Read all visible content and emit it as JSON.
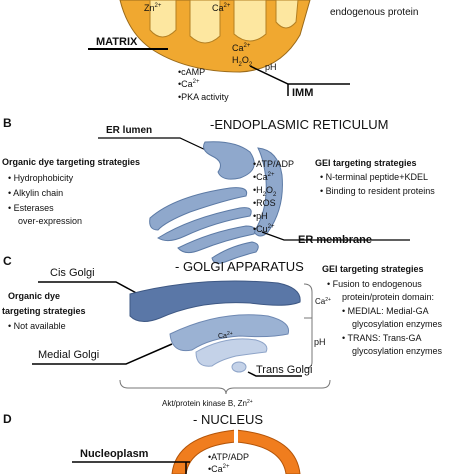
{
  "panel_a": {
    "zn": "Zn",
    "zn_sup": "2+",
    "ca_top": "Ca",
    "ca_top_sup": "2+",
    "top_right_text": "endogenous protein",
    "matrix_label": "MATRIX",
    "imm_label": "IMM",
    "inner": {
      "ca": "Ca",
      "ca_sup": "2+",
      "h2o2": "H",
      "h2o2_sub1": "2",
      "h2o2_o": "O",
      "h2o2_sub2": "2",
      "ph": "pH"
    },
    "list": [
      "cAMP",
      "Ca",
      "PKA activity"
    ],
    "list_ca_sup": "2+"
  },
  "panel_b": {
    "letter": "B",
    "title": "-ENDOPLASMIC RETICULUM",
    "lumen_label": "ER lumen",
    "membrane_label": "ER membrane",
    "dye_heading": "Organic dye targeting strategies",
    "dye_items": [
      "Hydrophobicity",
      "Alkylin chain",
      "Esterases",
      "over-expression"
    ],
    "gei_heading": "GEI targeting strategies",
    "gei_items": [
      "N-terminal peptide+KDEL",
      "Binding to resident proteins"
    ],
    "analytes": [
      "•ATP/ADP",
      "•Ca",
      "•H",
      "•ROS",
      "•pH",
      "•Cu"
    ],
    "sup": {
      "ca": "2+",
      "cu": "2+"
    },
    "h2o2": {
      "sub1": "2",
      "o": "O",
      "sub2": "2"
    }
  },
  "panel_c": {
    "letter": "C",
    "title": "- GOLGI APPARATUS",
    "cis_label": "Cis Golgi",
    "medial_label": "Medial Golgi",
    "trans_label": "Trans Golgi",
    "dye_heading_1": "Organic dye",
    "dye_heading_2": "targeting strategies",
    "dye_item": "Not available",
    "gei_heading": "GEI targeting strategies",
    "gei_items": [
      "Fusion to endogenous",
      "protein/protein domain:",
      "MEDIAL: Medial-GA",
      "glycosylation enzymes",
      "TRANS: Trans-GA",
      "glycosylation enzymes"
    ],
    "ca_right": "Ca",
    "ca_inner": "Ca",
    "ca_sup": "2+",
    "ph_right": "pH",
    "bottom_label": "Akt/protein kinase B, Zn",
    "bottom_sup": "2+"
  },
  "panel_d": {
    "letter": "D",
    "title": "- NUCLEUS",
    "nucleoplasm_label": "Nucleoplasm",
    "items": [
      "•ATP/ADP",
      "•Ca"
    ],
    "ca_sup": "2+"
  },
  "colors": {
    "mito_orange": "#f0a830",
    "mito_yellow": "#fde7a0",
    "er_blue": "#8fa8cc",
    "golgi_dark": "#5a77a7",
    "golgi_mid": "#9bb2d3",
    "golgi_light": "#c4d2e8",
    "nucleus_orange": "#f07d1e"
  }
}
